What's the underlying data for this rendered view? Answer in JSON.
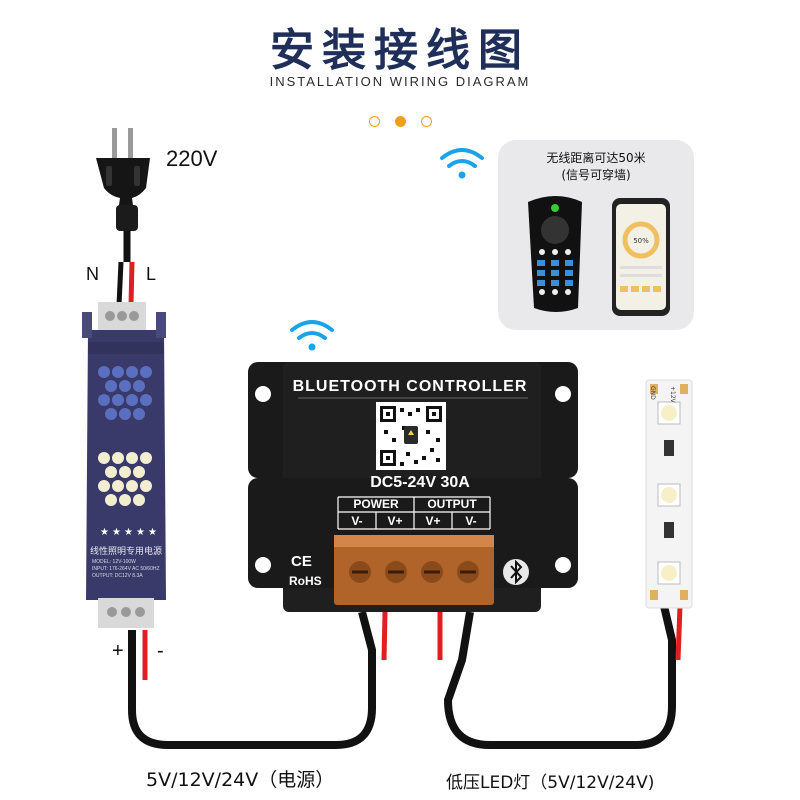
{
  "header": {
    "title": "安装接线图",
    "subtitle": "INSTALLATION WIRING DIAGRAM"
  },
  "pager": {
    "active_index": 1,
    "count": 3,
    "accent": "#f0a020"
  },
  "plug": {
    "voltage_label": "220V",
    "n_label": "N",
    "l_label": "L"
  },
  "power_supply": {
    "name": "线性照明专用电源",
    "lines": [
      "MODEL: 12V-100W",
      "INPUT: 176-264V AC 50/60HZ",
      "OUTPUT: DC12V 8.3A"
    ],
    "plus_label": "+",
    "minus_label": "-"
  },
  "remote_panel": {
    "caption_line1": "无线距离可达50米",
    "caption_line2": "(信号可穿墙)",
    "app_level": "50%"
  },
  "controller": {
    "title": "BLUETOOTH CONTROLLER",
    "rating": "DC5-24V 30A",
    "power_header": "POWER",
    "output_header": "OUTPUT",
    "pins": [
      "V-",
      "V+",
      "V+",
      "V-"
    ],
    "ce": "CE",
    "rohs": "RoHS"
  },
  "led_strip": {
    "voltage_mark": "+12V",
    "gnd_mark": "GND"
  },
  "captions": {
    "psu": "5V/12V/24V（电源）",
    "led": "低压LED灯（5V/12V/24V)"
  },
  "colors": {
    "title": "#1f2f5a",
    "wire_red": "#e02020",
    "wire_black": "#111111",
    "controller_body": "#1a1a1a",
    "psu_body": "#3a3a6a",
    "wifi_blue": "#1aa3e8"
  }
}
